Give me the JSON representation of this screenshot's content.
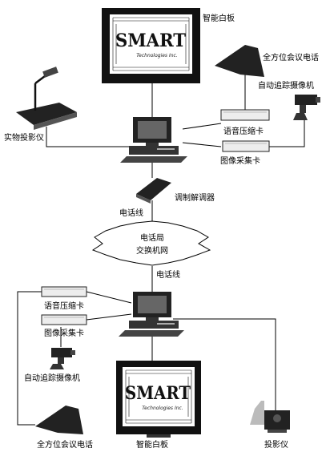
{
  "top": {
    "whiteboard_label": "智能白板",
    "whiteboard_brand": "SMART",
    "whiteboard_brand_sub": "Technologies Inc.",
    "conference_phone_label": "全方位会议电话",
    "tracking_camera_label": "自动追踪摄像机",
    "voice_card_label": "语音压缩卡",
    "image_card_label": "图像采集卡",
    "document_camera_label": "实物投影仪"
  },
  "network": {
    "modem_label": "调制解调器",
    "phone_line_top": "电话线",
    "exchange_line1": "电话局",
    "exchange_line2": "交换机网",
    "phone_line_bottom": "电话线"
  },
  "bottom": {
    "voice_card_label": "语音压缩卡",
    "image_card_label": "图像采集卡",
    "tracking_camera_label": "自动追踪摄像机",
    "conference_phone_label": "全方位会议电话",
    "whiteboard_label": "智能白板",
    "whiteboard_brand": "SMART",
    "whiteboard_brand_sub": "Technologies Inc.",
    "projector_label": "投影仪"
  }
}
